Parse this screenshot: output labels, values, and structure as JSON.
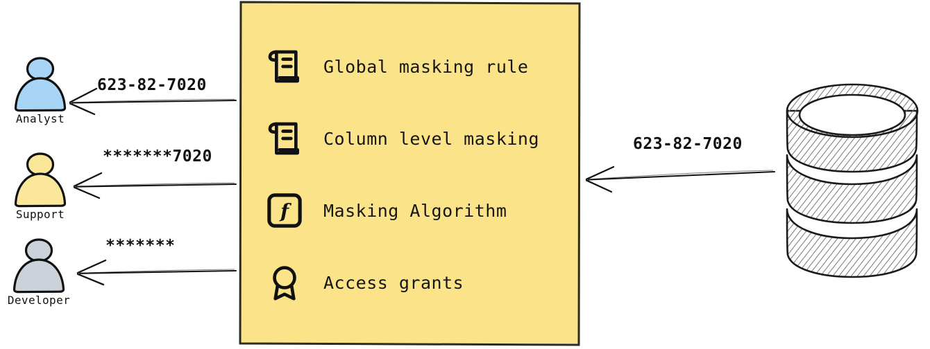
{
  "diagram": {
    "type": "data-masking-flow",
    "background_color": "#ffffff",
    "actors": [
      {
        "id": "analyst",
        "name": "analyst",
        "label": "Analyst",
        "icon": "user-person-icon",
        "fill_color": "#a8d5f5",
        "received_value": "623-82-7020",
        "masking": "none"
      },
      {
        "id": "support",
        "name": "support",
        "label": "Support",
        "icon": "user-person-icon",
        "fill_color": "#fbe79a",
        "received_value": "*******7020",
        "masking": "partial"
      },
      {
        "id": "developer",
        "name": "developer",
        "label": "Developer",
        "icon": "user-person-icon",
        "fill_color": "#ccd2da",
        "received_value": "*******",
        "masking": "full"
      }
    ],
    "policy_panel": {
      "fill_color": "#fbe38a",
      "items": [
        {
          "icon": "scroll-document-icon",
          "label": "Global masking rule"
        },
        {
          "icon": "scroll-document-icon",
          "label": "Column level masking"
        },
        {
          "icon": "function-f-box-icon",
          "label": "Masking Algorithm"
        },
        {
          "icon": "award-ribbon-icon",
          "label": "Access grants"
        }
      ]
    },
    "source": {
      "id": "database",
      "icon": "database-cylinder-icon",
      "label": "623-82-7020",
      "description": "hatched three-segment database cylinder"
    },
    "arrows": [
      {
        "name": "arrow-database-to-policy",
        "direction": "right-to-left",
        "label": "623-82-7020"
      },
      {
        "name": "arrow-policy-to-analyst",
        "direction": "right-to-left",
        "label": "623-82-7020"
      },
      {
        "name": "arrow-policy-to-support",
        "direction": "right-to-left",
        "label": "*******7020"
      },
      {
        "name": "arrow-policy-to-developer",
        "direction": "right-to-left",
        "label": "*******"
      }
    ]
  }
}
